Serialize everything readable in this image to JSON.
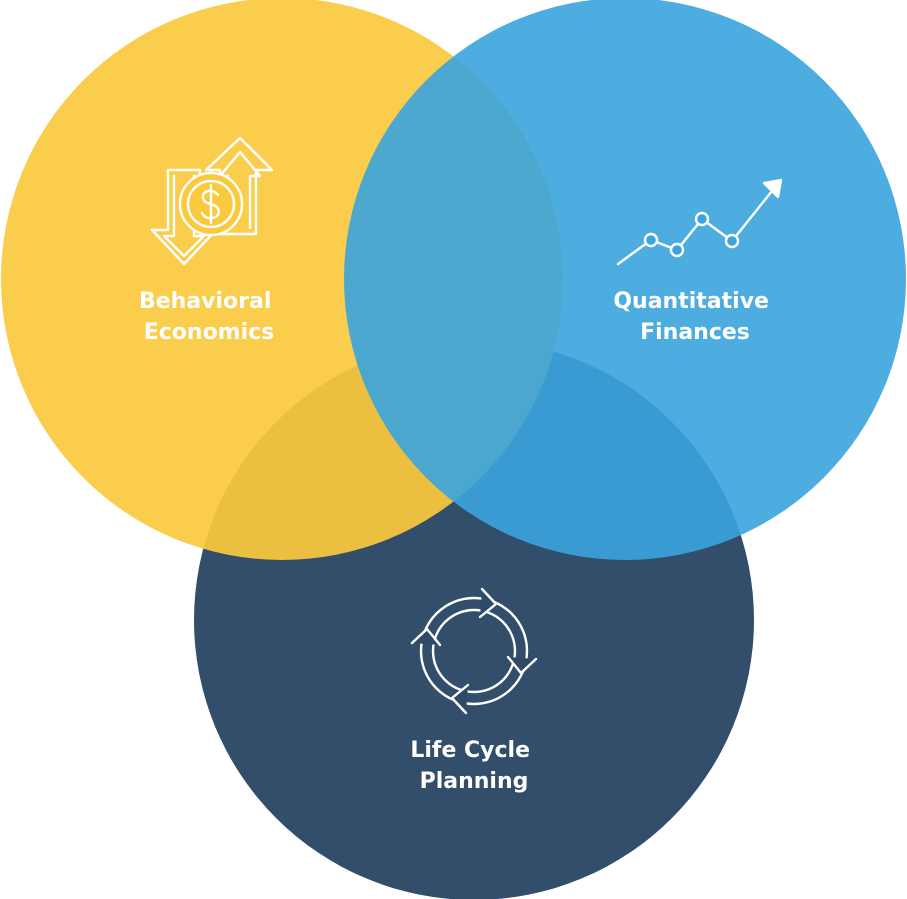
{
  "diagram": {
    "type": "venn",
    "circles": [
      {
        "id": "behavioral",
        "label_lines": [
          "Behavioral",
          "Economics"
        ],
        "color": "#FBC93D",
        "icon": "dollar-up-down-arrows-icon"
      },
      {
        "id": "quantitative",
        "label_lines": [
          "Quantitative",
          "Finances"
        ],
        "color": "#3AA4DE",
        "icon": "line-chart-trend-icon"
      },
      {
        "id": "lifecycle",
        "label_lines": [
          "Life Cycle",
          "Planning"
        ],
        "color": "#2E4A67",
        "icon": "cycle-arrows-icon"
      }
    ]
  }
}
